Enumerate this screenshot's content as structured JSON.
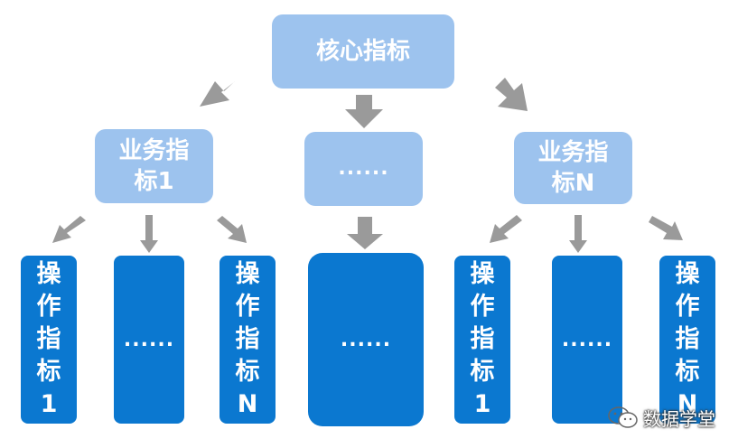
{
  "root": {
    "label": "核心指标"
  },
  "level2": [
    {
      "label": "业务指\n标1"
    },
    {
      "label": "......"
    },
    {
      "label": "业务指\n标N"
    }
  ],
  "level3": [
    {
      "label": "操\n作\n指\n标\n1"
    },
    {
      "label": "......"
    },
    {
      "label": "操\n作\n指\n标\nN"
    },
    {
      "label": "......"
    },
    {
      "label": "操\n作\n指\n标\n1"
    },
    {
      "label": "......"
    },
    {
      "label": "操\n作\n指\n标\nN"
    }
  ],
  "watermark": {
    "text": "数据学堂",
    "icon": "wechat-icon"
  },
  "colors": {
    "light_box": "#9DC3EE",
    "dark_box": "#0B78D0",
    "arrow": "#9A9A9A"
  }
}
